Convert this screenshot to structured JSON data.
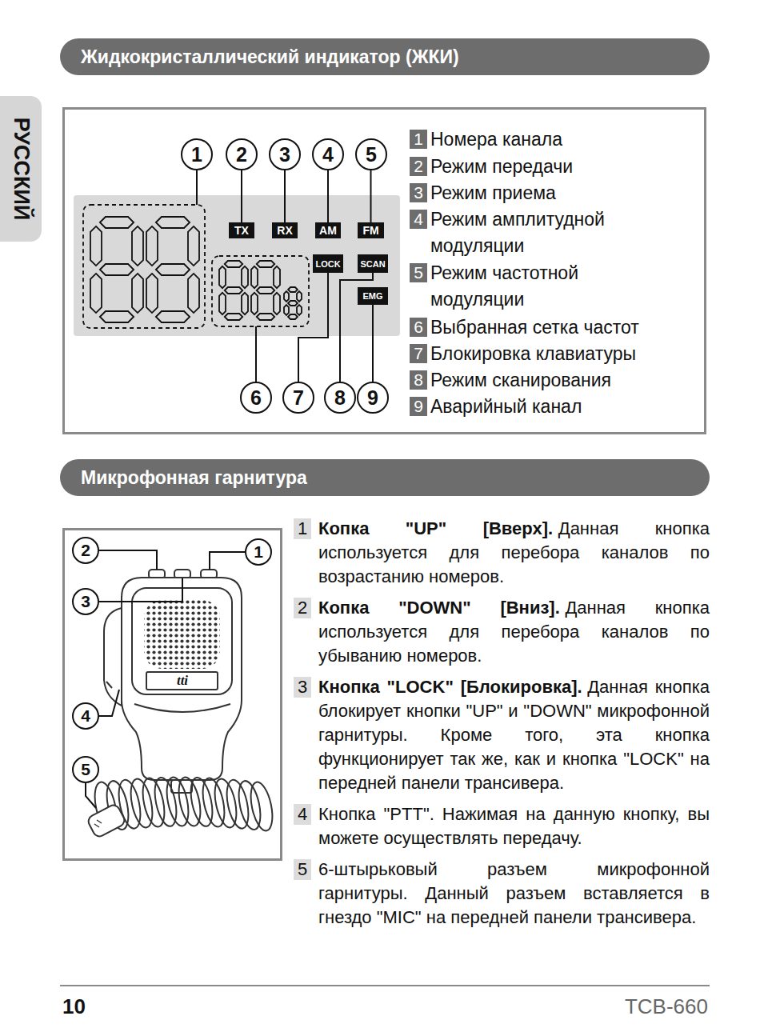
{
  "diagram": {
    "nodes": [
      {
        "text": [
          "РУССКИЙ"
        ]
      },
      {
        "text": [
          "Жидкокристаллический индикатор (ЖКИ)"
        ]
      },
      {
        "text": [
          "1"
        ]
      },
      {
        "text": [
          "2"
        ]
      },
      {
        "text": [
          "3"
        ]
      },
      {
        "text": [
          "4"
        ]
      },
      {
        "text": [
          "5"
        ]
      },
      {
        "text": [
          "TX"
        ]
      },
      {
        "text": [
          "RX"
        ]
      },
      {
        "text": [
          "AM"
        ]
      },
      {
        "text": [
          "FM"
        ]
      },
      {
        "text": [
          "LOCK"
        ]
      },
      {
        "text": [
          "SCAN"
        ]
      },
      {
        "text": [
          "EMG"
        ]
      },
      {
        "text": [
          "6"
        ]
      },
      {
        "text": [
          "7"
        ]
      },
      {
        "text": [
          "8"
        ]
      },
      {
        "text": [
          "9"
        ]
      },
      {
        "text": [
          "Микрофонная гарнитура"
        ]
      },
      {
        "text": [
          "2"
        ]
      },
      {
        "text": [
          "1"
        ]
      },
      {
        "text": [
          "3"
        ]
      },
      {
        "text": [
          "4"
        ]
      },
      {
        "text": [
          "5"
        ]
      }
    ],
    "edges": [
      {
        "from": 3,
        "to": 7,
        "arrow": "none"
      },
      {
        "from": 4,
        "to": 8,
        "arrow": "none"
      },
      {
        "from": 5,
        "to": 9,
        "arrow": "none"
      },
      {
        "from": 6,
        "to": 10,
        "arrow": "none"
      },
      {
        "from": 15,
        "to": 11,
        "arrow": "none"
      },
      {
        "from": 16,
        "to": 12,
        "arrow": "none"
      },
      {
        "from": 17,
        "to": 13,
        "arrow": "none"
      }
    ],
    "labels": [
      "1",
      "Номера канала",
      "2",
      "Режим передачи",
      "3",
      "Режим приема",
      "4",
      "Режим амплитудной модуляции",
      "5",
      "Режим частотной модуляции",
      "6",
      "Выбранная сетка частот",
      "7",
      "Блокировка клавиатуры",
      "8",
      "Режим сканирования",
      "9",
      "Аварийный канал",
      "tti",
      "1",
      "Копка \"UP\" [Вверх].",
      "Данная кнопка используется для перебора каналов по возрастанию номеров.",
      "2",
      "Копка \"DOWN\" [Вниз].",
      "Данная кнопка используется для перебора каналов по убыванию номеров.",
      "3",
      "Кнопка \"LOCK\" [Блокировка].",
      "Данная кнопка блокирует кнопки \"UP\" и \"DOWN\" микрофонной гарнитуры. Кроме того, эта кнопка функционирует так же, как и кнопка \"LOCK\" на передней панели трансивера.",
      "4",
      "Кнопка \"PTT\". Нажимая на данную кнопку, вы можете осуществлять передачу.",
      "5",
      "6-штырьковый разъем микрофонной гарнитуры. Данный разъем вставляется в гнездо \"MIC\" на передней панели трансивера.",
      "10",
      "TCB-660"
    ]
  }
}
